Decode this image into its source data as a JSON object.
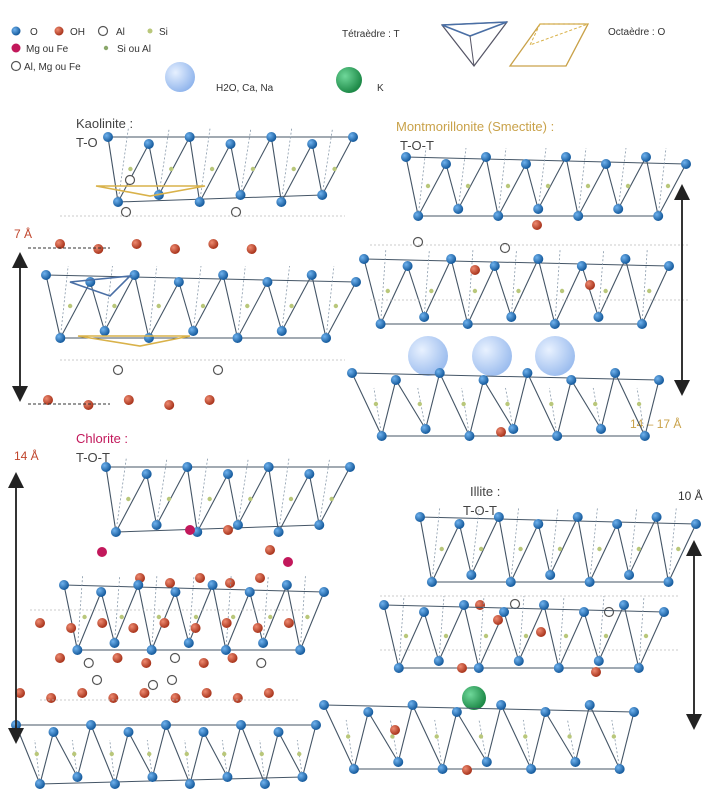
{
  "legend": {
    "row1": [
      {
        "label": "O",
        "kind": "o"
      },
      {
        "label": "OH",
        "kind": "oh"
      },
      {
        "label": "Al",
        "kind": "al"
      },
      {
        "label": "Si",
        "kind": "si"
      }
    ],
    "row2": [
      {
        "label": "Mg ou Fe",
        "kind": "mg"
      },
      {
        "label": "Si ou Al",
        "kind": "sial"
      }
    ],
    "row3_label": "Al, Mg ou Fe",
    "h2o_label": "H2O, Ca, Na",
    "k_label": "K",
    "tetra_label": "Tétraèdre : T",
    "octa_label": "Octaèdre : O"
  },
  "panels": {
    "kaolinite": {
      "name": "Kaolinite :",
      "formula": "T-O",
      "spacing": "7 Å"
    },
    "montmorillonite": {
      "name": "Montmorillonite (Smectite) :",
      "formula": "T-O-T",
      "spacing": "14 – 17 Å"
    },
    "chlorite": {
      "name": "Chlorite :",
      "formula": "T-O-T",
      "spacing": "14 Å"
    },
    "illite": {
      "name": "Illite :",
      "formula": "T-O-T",
      "spacing": "10 Å"
    }
  },
  "colors": {
    "oxygen": "#1f6fb6",
    "hydroxyl": "#c0452c",
    "mg": "#c2185b",
    "k": "#2aa05a",
    "water": "#a9c8f0",
    "tetra": "#4a6fa5",
    "octa": "#d9b24a",
    "bond": "#445566",
    "title_kaolinite": "#555555",
    "title_montmo": "#c9a24a",
    "title_chlorite": "#c2185b",
    "title_illite": "#555555"
  }
}
